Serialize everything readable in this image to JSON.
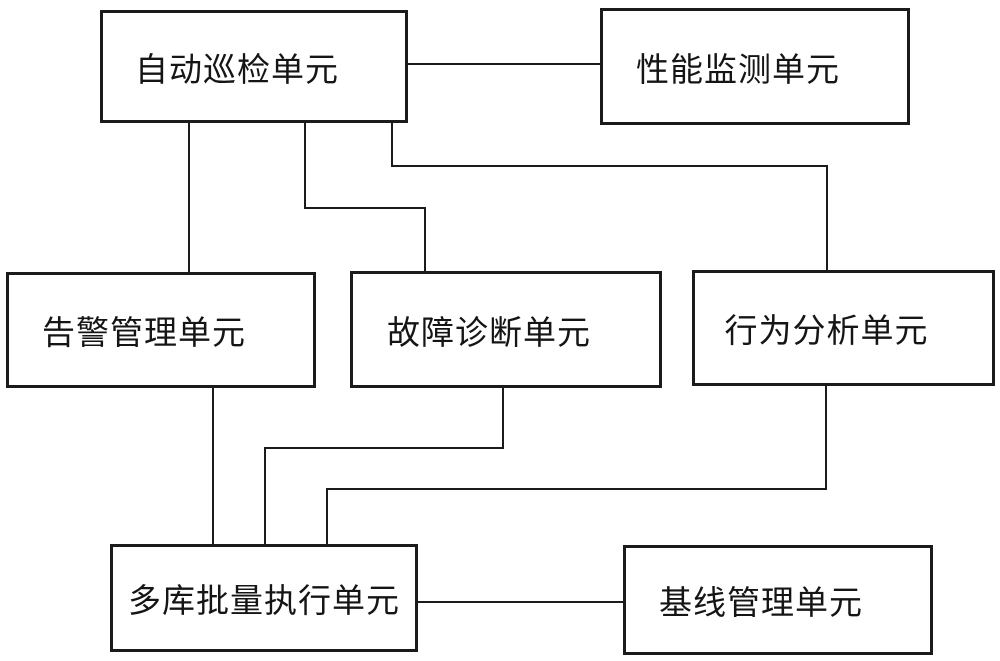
{
  "diagram": {
    "type": "block-diagram",
    "background_color": "#ffffff",
    "line_color": "#1b1b1b",
    "nodes": {
      "auto_inspection": {
        "label": "自动巡检单元"
      },
      "performance_monitoring": {
        "label": "性能监测单元"
      },
      "alarm_management": {
        "label": "告警管理单元"
      },
      "fault_diagnosis": {
        "label": "故障诊断单元"
      },
      "behavior_analysis": {
        "label": "行为分析单元"
      },
      "multi_db_batch_execution": {
        "label": "多库批量执行单元"
      },
      "baseline_management": {
        "label": "基线管理单元"
      }
    },
    "connections": [
      {
        "from": "自动巡检单元",
        "to": "性能监测单元"
      },
      {
        "from": "自动巡检单元",
        "to": "告警管理单元"
      },
      {
        "from": "自动巡检单元",
        "to": "故障诊断单元"
      },
      {
        "from": "自动巡检单元",
        "to": "行为分析单元"
      },
      {
        "from": "告警管理单元",
        "to": "多库批量执行单元"
      },
      {
        "from": "故障诊断单元",
        "to": "多库批量执行单元"
      },
      {
        "from": "行为分析单元",
        "to": "多库批量执行单元"
      },
      {
        "from": "多库批量执行单元",
        "to": "基线管理单元"
      }
    ]
  }
}
